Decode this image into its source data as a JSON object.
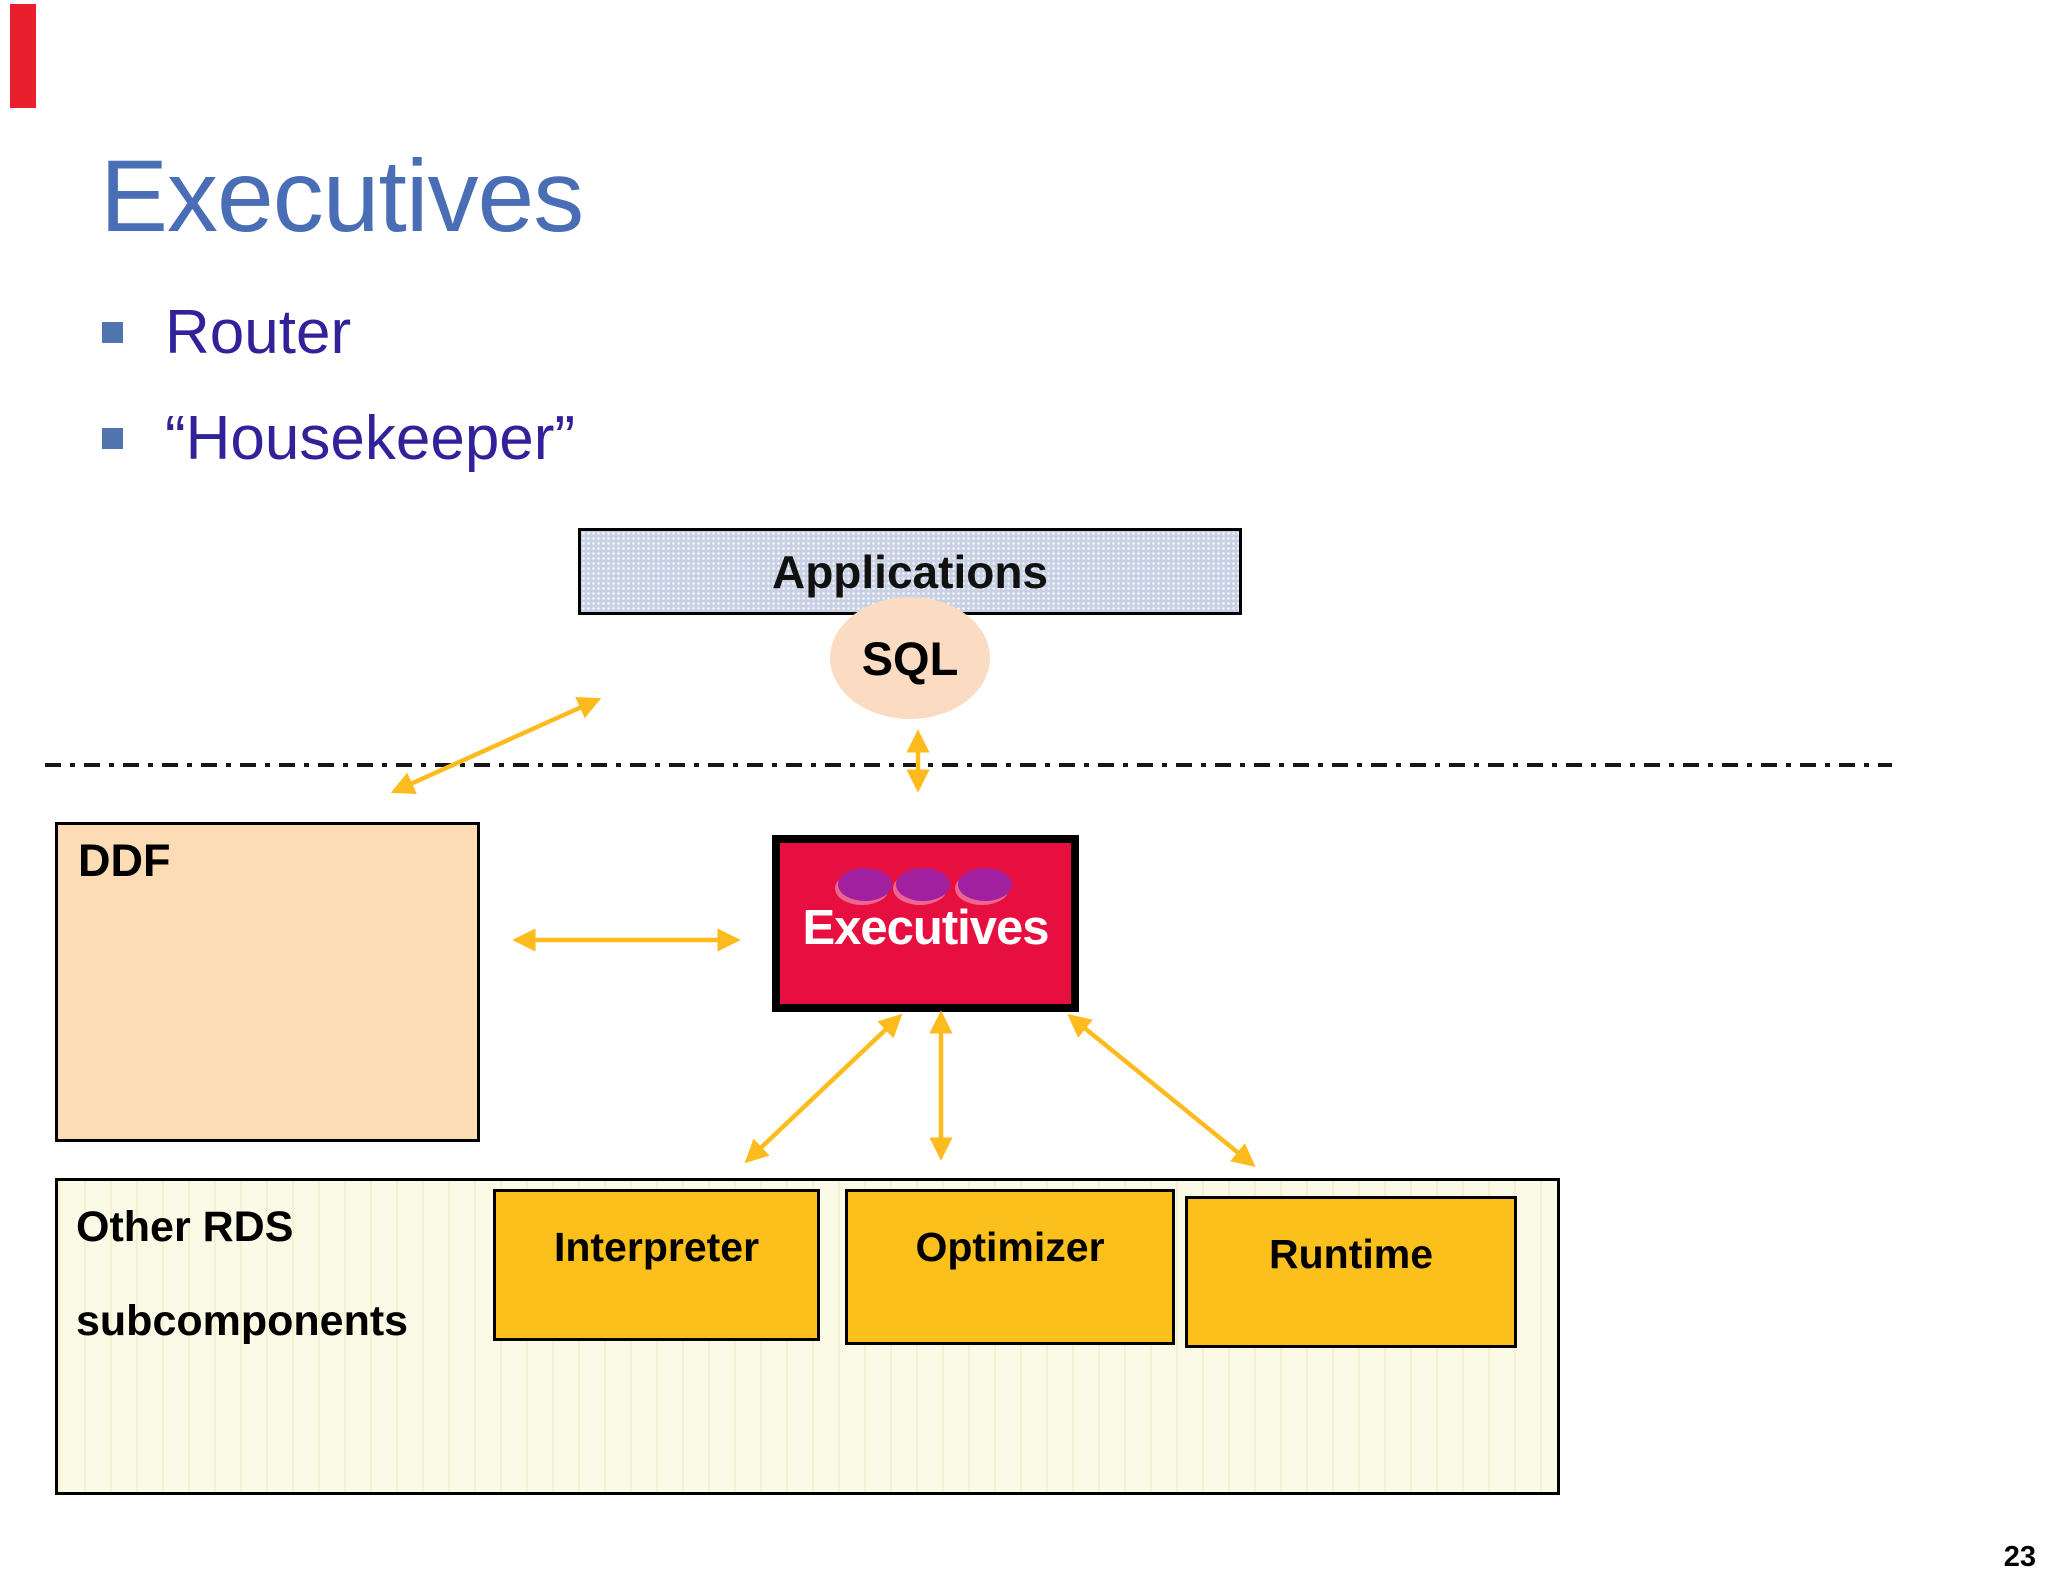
{
  "slide": {
    "title": "Executives",
    "bullets": [
      {
        "label": "Router"
      },
      {
        "label": "“Housekeeper”"
      }
    ],
    "page_number": "23"
  },
  "diagram": {
    "applications": {
      "label": "Applications"
    },
    "sql": {
      "label": "SQL"
    },
    "ddf": {
      "label": "DDF"
    },
    "executives": {
      "label": "Executives",
      "ellipse_icons": 3
    },
    "other_rds": {
      "line1": "Other RDS",
      "line2": "subcomponents"
    },
    "components": [
      {
        "label": "Interpreter"
      },
      {
        "label": "Optimizer"
      },
      {
        "label": "Runtime"
      }
    ],
    "arrows": [
      {
        "from": "ddf-area",
        "to": "applications",
        "bidirectional": true
      },
      {
        "from": "sql",
        "to": "executives-layer",
        "bidirectional": true
      },
      {
        "from": "ddf",
        "to": "executives",
        "bidirectional": true
      },
      {
        "from": "executives",
        "to": "interpreter",
        "bidirectional": true
      },
      {
        "from": "executives",
        "to": "optimizer",
        "bidirectional": true
      },
      {
        "from": "executives",
        "to": "runtime",
        "bidirectional": true
      }
    ]
  },
  "colors": {
    "accent_red": "#e8202e",
    "title_blue": "#4a6eb5",
    "bullet_square_blue": "#4f74ae",
    "bullet_text_indigo": "#31229a",
    "applications_fill": "#c8d0e4",
    "sql_fill": "#fbdcc2",
    "ddf_fill": "#fcdcb4",
    "executives_fill": "#e60f3f",
    "ellipse_purple": "#a0209f",
    "ellipse_rim_pink": "#ee6a93",
    "arrow_gold": "#fdbb1e",
    "component_gold": "#fcc01c",
    "container_cream": "#fbfae6"
  }
}
